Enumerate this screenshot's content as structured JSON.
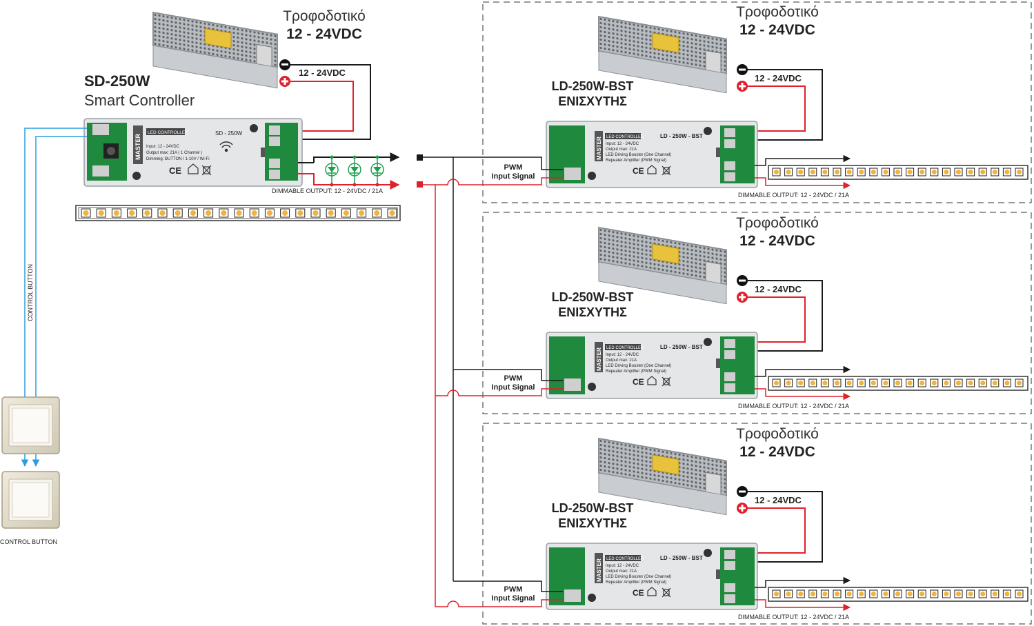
{
  "main_psu": {
    "title": "Τροφοδοτικό",
    "voltage": "12 - 24VDC",
    "wire_label": "12 - 24VDC"
  },
  "controller": {
    "model": "SD-250W",
    "subtitle": "Smart Controller",
    "panel_badge": "LED CONTROLLER",
    "panel_model": "SD - 250W",
    "panel_brand": "MASTER",
    "spec_input": "Input: 12 - 24VDC",
    "spec_output": "Output max: 21A ( 1 Channel )",
    "spec_dimming": "Dimming: BUTTON / 1-10V / Wi-Fi",
    "cert": "CE",
    "output_label": "DIMMABLE OUTPUT: 12 - 24VDC / 21A"
  },
  "control": {
    "vertical_label": "CONTROL BUTTON",
    "bottom_label": "CONTROL BUTTON"
  },
  "boosters": [
    {
      "psu_title": "Τροφοδοτικό",
      "psu_voltage": "12 - 24VDC",
      "wire_label": "12 - 24VDC",
      "model": "LD-250W-BST",
      "subtitle": "ΕΝΙΣΧΥΤΗΣ",
      "panel_badge": "LED CONTROLLER",
      "panel_model": "LD - 250W - BST",
      "panel_brand": "MASTER",
      "spec_input": "Input: 12 - 24VDC",
      "spec_output": "Output max: 21A",
      "spec_booster": "LED Driving Booster (One Channel)",
      "spec_repeater": "Repeater Amplifier (PWM Signal)",
      "cert": "CE",
      "pwm_label": "PWM",
      "pwm_sub": "Input Signal",
      "output_label": "DIMMABLE OUTPUT: 12 - 24VDC / 21A"
    },
    {
      "psu_title": "Τροφοδοτικό",
      "psu_voltage": "12 - 24VDC",
      "wire_label": "12 - 24VDC",
      "model": "LD-250W-BST",
      "subtitle": "ΕΝΙΣΧΥΤΗΣ",
      "panel_badge": "LED CONTROLLER",
      "panel_model": "LD - 250W - BST",
      "panel_brand": "MASTER",
      "spec_input": "Input: 12 - 24VDC",
      "spec_output": "Output max: 21A",
      "spec_booster": "LED Driving Booster (One Channel)",
      "spec_repeater": "Repeater Amplifier (PWM Signal)",
      "cert": "CE",
      "pwm_label": "PWM",
      "pwm_sub": "Input Signal",
      "output_label": "DIMMABLE OUTPUT: 12 - 24VDC / 21A"
    },
    {
      "psu_title": "Τροφοδοτικό",
      "psu_voltage": "12 - 24VDC",
      "wire_label": "12 - 24VDC",
      "model": "LD-250W-BST",
      "subtitle": "ΕΝΙΣΧΥΤΗΣ",
      "panel_badge": "LED CONTROLLER",
      "panel_model": "LD - 250W - BST",
      "panel_brand": "MASTER",
      "spec_input": "Input: 12 - 24VDC",
      "spec_output": "Output max: 21A",
      "spec_booster": "LED Driving Booster (One Channel)",
      "spec_repeater": "Repeater Amplifier (PWM Signal)",
      "cert": "CE",
      "pwm_label": "PWM",
      "pwm_sub": "Input Signal",
      "output_label": "DIMMABLE OUTPUT: 12 - 24VDC / 21A"
    }
  ],
  "colors": {
    "negative_wire": "#1a1a1a",
    "positive_wire": "#e0202a",
    "control_wire": "#2a9de0",
    "terminal_green": "#1f8a3d",
    "led_amber": "#f2b33d",
    "diode_green": "#19a04a"
  }
}
